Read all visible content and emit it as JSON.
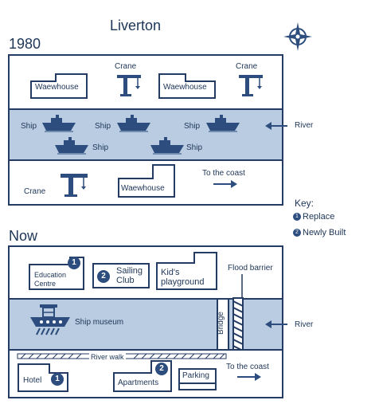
{
  "title": "Liverton",
  "map_1980": {
    "heading": "1980",
    "top": {
      "warehouse_1": "Waewhouse",
      "warehouse_2": "Waewhouse",
      "crane_1": "Crane",
      "crane_2": "Crane"
    },
    "river": {
      "ship_1": "Ship",
      "ship_2": "Ship",
      "ship_3": "Ship",
      "ship_4": "Ship",
      "ship_5": "Ship",
      "river_label": "River"
    },
    "bottom": {
      "crane": "Crane",
      "warehouse": "Waewhouse",
      "to_coast": "To the coast"
    }
  },
  "key": {
    "heading": "Key:",
    "items": [
      {
        "num": "1",
        "label": "Replace"
      },
      {
        "num": "2",
        "label": "Newly Built"
      }
    ]
  },
  "map_now": {
    "heading": "Now",
    "top": {
      "education_centre": "Education Centre",
      "sailing_club": "Sailing Club",
      "kids_playground": "Kid's playground",
      "flood_barrier": "Flood barrier",
      "badge_education": "1",
      "badge_sailing": "2"
    },
    "river": {
      "ship_museum": "Ship museum",
      "bridge": "Bridge",
      "river_label": "River"
    },
    "bottom": {
      "river_walk": "River walk",
      "hotel": "Hotel",
      "apartments": "Apartments",
      "parking": "Parking",
      "to_coast": "To the coast",
      "badge_hotel": "1",
      "badge_apartments": "2"
    }
  },
  "colors": {
    "ink": "#1d3557",
    "river": "#b9cce2",
    "badge": "#2c4d7d"
  },
  "icons": [
    "compass-icon",
    "crane-icon",
    "ship-icon",
    "ship-museum-icon",
    "arrow-right-icon",
    "arrow-left-icon"
  ]
}
